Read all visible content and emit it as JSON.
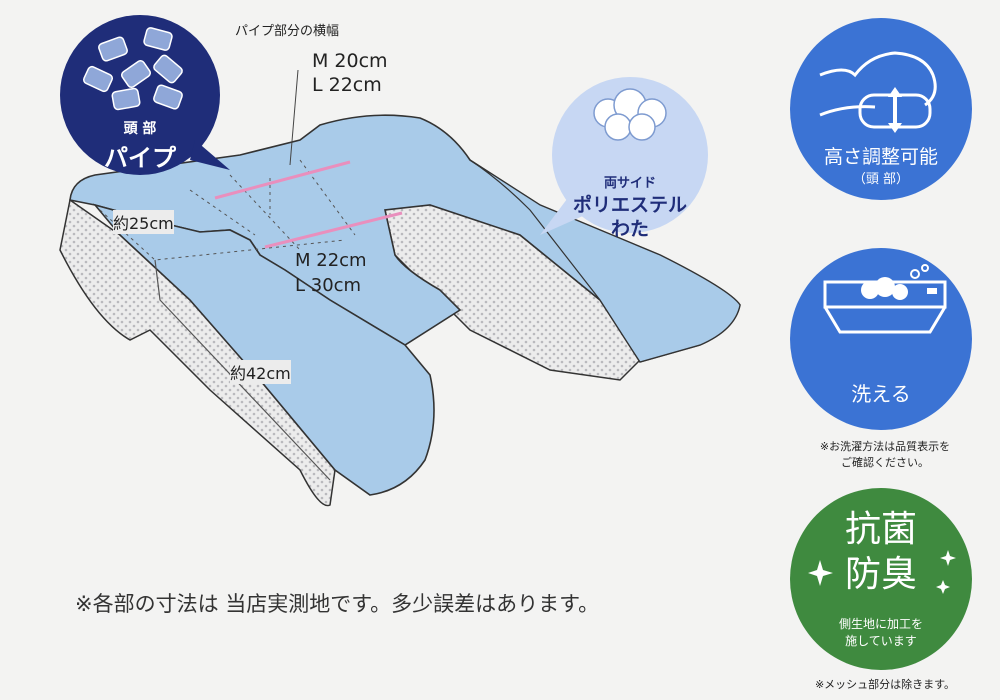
{
  "diagram": {
    "pipe_width_title": "パイプ部分の横幅",
    "pipe_width_m": "M 20cm",
    "pipe_width_l": "L 22cm",
    "side_width_m": "M 22cm",
    "side_width_l": "L 30cm",
    "depth": "約25cm",
    "arm_length": "約42cm"
  },
  "badges": {
    "head_pipe": {
      "line1": "頭 部",
      "line2": "パイプ"
    },
    "polyester": {
      "line1": "両サイド",
      "line2": "ポリエステル",
      "line3": "わた"
    }
  },
  "features": {
    "adjustable": {
      "line1": "高さ調整可能",
      "line2": "（頭 部）"
    },
    "washable": {
      "label": "洗える",
      "note_line1": "※お洗濯方法は品質表示を",
      "note_line2": "ご確認ください。"
    },
    "antibacterial": {
      "line1": "抗菌",
      "line2": "防臭",
      "line3": "側生地に加工を",
      "line4": "施しています",
      "note": "※メッシュ部分は除きます。"
    }
  },
  "footer_note": "※各部の寸法は 当店実測地です。多少誤差はあります。",
  "colors": {
    "pillow_blue": "#a9cbe9",
    "mesh_grey": "#e9e9ea",
    "accent_pink": "#e98fbd",
    "feature_blue": "#3b73d4",
    "feature_green": "#3f8a3f",
    "badge_navy": "#1f2d79",
    "badge_lightblue": "#c7d7f3"
  }
}
